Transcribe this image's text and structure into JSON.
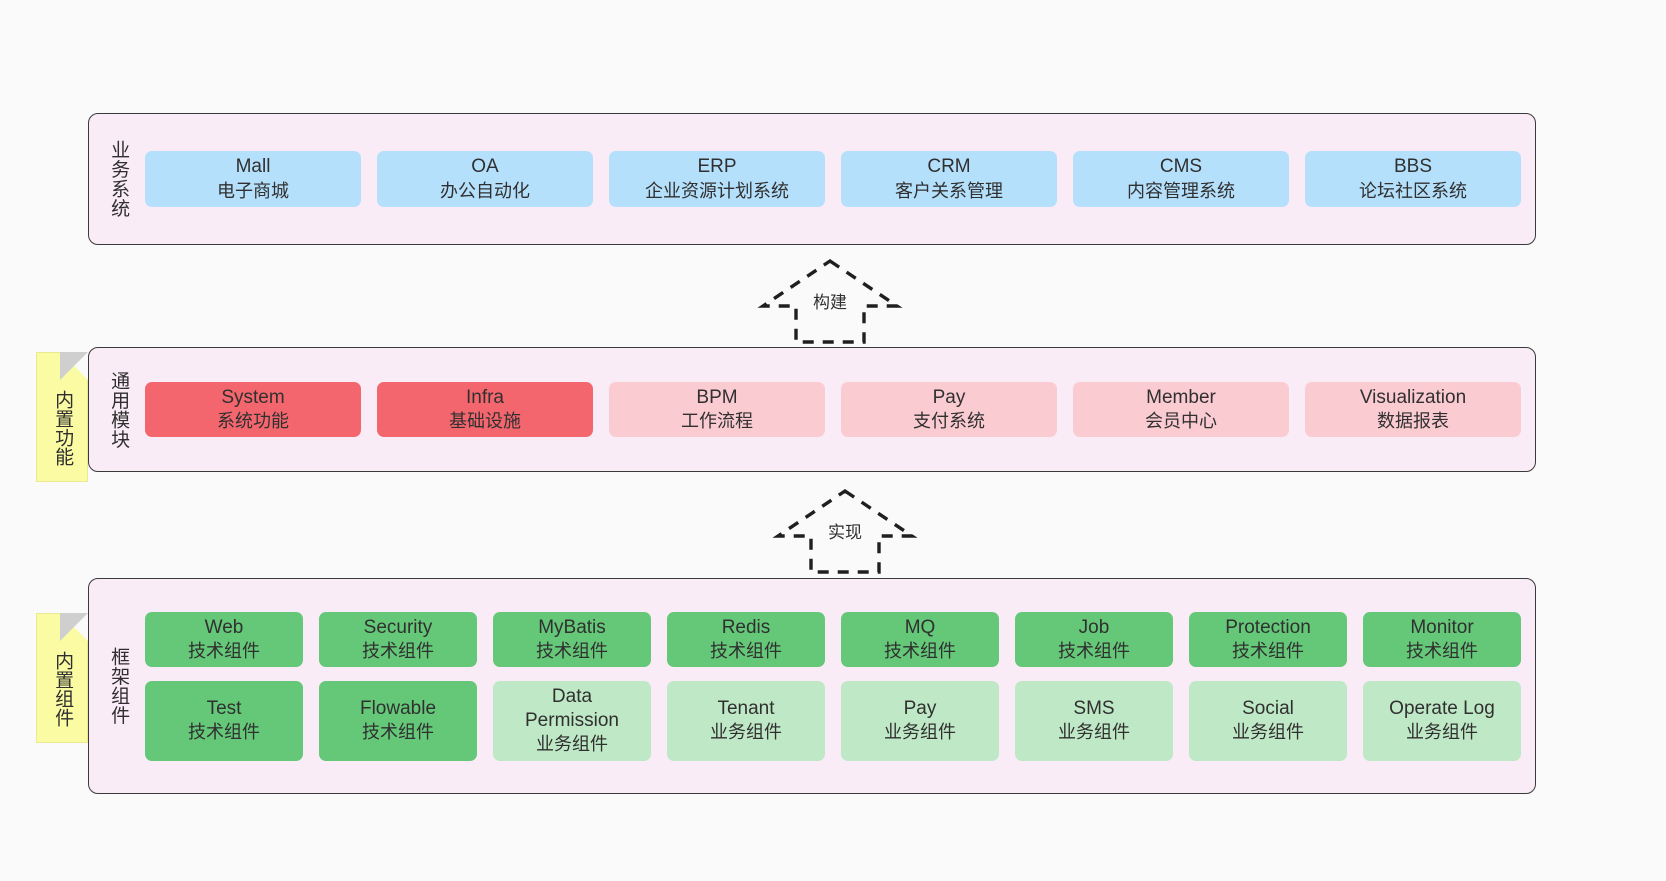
{
  "diagram": {
    "background_color": "#fafafa",
    "layers": [
      {
        "id": "business",
        "title": "业务系统",
        "rows": [
          {
            "cards": [
              {
                "en": "Mall",
                "cn": "电子商城",
                "color": "#b5e0fb",
                "style": "c-blue"
              },
              {
                "en": "OA",
                "cn": "办公自动化",
                "color": "#b5e0fb",
                "style": "c-blue"
              },
              {
                "en": "ERP",
                "cn": "企业资源计划系统",
                "color": "#b5e0fb",
                "style": "c-blue"
              },
              {
                "en": "CRM",
                "cn": "客户关系管理",
                "color": "#b5e0fb",
                "style": "c-blue"
              },
              {
                "en": "CMS",
                "cn": "内容管理系统",
                "color": "#b5e0fb",
                "style": "c-blue"
              },
              {
                "en": "BBS",
                "cn": "论坛社区系统",
                "color": "#b5e0fb",
                "style": "c-blue"
              }
            ]
          }
        ]
      },
      {
        "id": "common-module",
        "title": "通用模块",
        "tag": "内置功能",
        "rows": [
          {
            "cards": [
              {
                "en": "System",
                "cn": "系统功能",
                "color": "#f4666e",
                "style": "c-red"
              },
              {
                "en": "Infra",
                "cn": "基础设施",
                "color": "#f4666e",
                "style": "c-red"
              },
              {
                "en": "BPM",
                "cn": "工作流程",
                "color": "#fbcbd2",
                "style": "c-pink"
              },
              {
                "en": "Pay",
                "cn": "支付系统",
                "color": "#fbcbd2",
                "style": "c-pink"
              },
              {
                "en": "Member",
                "cn": "会员中心",
                "color": "#fbcbd2",
                "style": "c-pink"
              },
              {
                "en": "Visualization",
                "cn": "数据报表",
                "color": "#fbcbd2",
                "style": "c-pink"
              }
            ]
          }
        ]
      },
      {
        "id": "framework-components",
        "title": "框架组件",
        "tag": "内置组件",
        "rows": [
          {
            "cards": [
              {
                "en": "Web",
                "cn": "技术组件",
                "color": "#64c878",
                "style": "c-green"
              },
              {
                "en": "Security",
                "cn": "技术组件",
                "color": "#64c878",
                "style": "c-green"
              },
              {
                "en": "MyBatis",
                "cn": "技术组件",
                "color": "#64c878",
                "style": "c-green"
              },
              {
                "en": "Redis",
                "cn": "技术组件",
                "color": "#64c878",
                "style": "c-green"
              },
              {
                "en": "MQ",
                "cn": "技术组件",
                "color": "#64c878",
                "style": "c-green"
              },
              {
                "en": "Job",
                "cn": "技术组件",
                "color": "#64c878",
                "style": "c-green"
              },
              {
                "en": "Protection",
                "cn": "技术组件",
                "color": "#64c878",
                "style": "c-green"
              },
              {
                "en": "Monitor",
                "cn": "技术组件",
                "color": "#64c878",
                "style": "c-green"
              }
            ]
          },
          {
            "cards": [
              {
                "en": "Test",
                "cn": "技术组件",
                "color": "#64c878",
                "style": "c-green"
              },
              {
                "en": "Flowable",
                "cn": "技术组件",
                "color": "#64c878",
                "style": "c-green"
              },
              {
                "en": "Data Permission",
                "cn": "业务组件",
                "color": "#bfe8c6",
                "style": "c-lightgreen"
              },
              {
                "en": "Tenant",
                "cn": "业务组件",
                "color": "#bfe8c6",
                "style": "c-lightgreen"
              },
              {
                "en": "Pay",
                "cn": "业务组件",
                "color": "#bfe8c6",
                "style": "c-lightgreen"
              },
              {
                "en": "SMS",
                "cn": "业务组件",
                "color": "#bfe8c6",
                "style": "c-lightgreen"
              },
              {
                "en": "Social",
                "cn": "业务组件",
                "color": "#bfe8c6",
                "style": "c-lightgreen"
              },
              {
                "en": "Operate Log",
                "cn": "业务组件",
                "color": "#bfe8c6",
                "style": "c-lightgreen"
              }
            ]
          }
        ]
      }
    ],
    "connectors": [
      {
        "id": "build",
        "label": "构建",
        "direction": "up"
      },
      {
        "id": "implement",
        "label": "实现",
        "direction": "up"
      }
    ]
  }
}
